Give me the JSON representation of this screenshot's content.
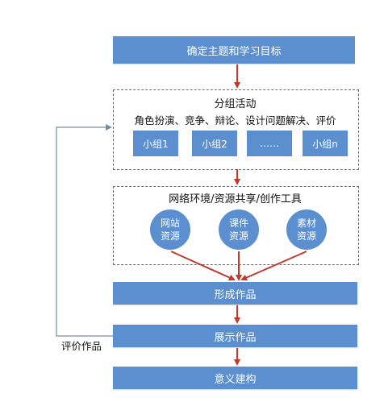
{
  "diagram": {
    "top_box": "确定主题和学习目标",
    "group_section": {
      "title": "分组活动",
      "subtitle": "角色扮演、竞争、辩论、设计问题解决、评价",
      "groups": [
        "小组1",
        "小组2",
        "……",
        "小组n"
      ]
    },
    "network_section": {
      "title": "网络环境/资源共享/创作工具",
      "resources": [
        "网站\n资源",
        "课件\n资源",
        "素材\n资源"
      ]
    },
    "form_box": "形成作品",
    "show_box": "展示作品",
    "meaning_box": "意义建构",
    "feedback_label": "评价作品",
    "colors": {
      "box_fill": "#5b8fd0",
      "arrow": "#c0392b",
      "feedback_line": "#7a8aa0"
    }
  }
}
